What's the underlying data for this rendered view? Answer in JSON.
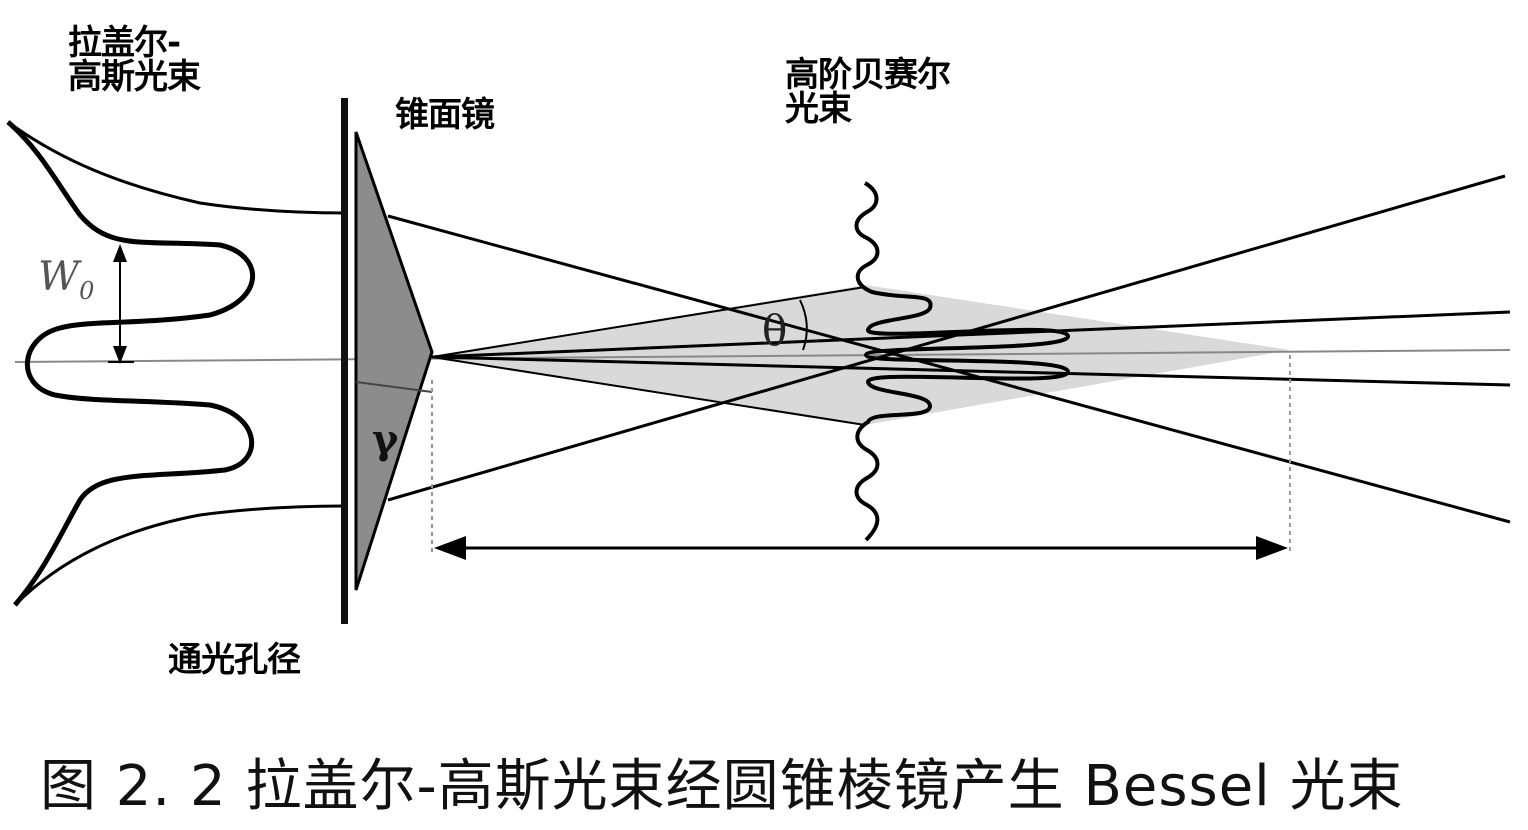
{
  "labels": {
    "input_beam": [
      "拉盖尔-",
      "高斯光束"
    ],
    "axicon": "锥面镜",
    "output_beam": [
      "高阶贝赛尔",
      "光束"
    ],
    "aperture": "通光孔径",
    "waist": "W",
    "waist_sub": "0",
    "angle_theta": "θ",
    "angle_gamma": "γ"
  },
  "caption": "图 2. 2  拉盖尔-高斯光束经圆锥棱镜产生 Bessel  光束",
  "colors": {
    "ink": "#000000",
    "axicon_fill": "#8c8c8c",
    "overlap_fill": "#d9d9d9",
    "axis_line": "#777777"
  }
}
